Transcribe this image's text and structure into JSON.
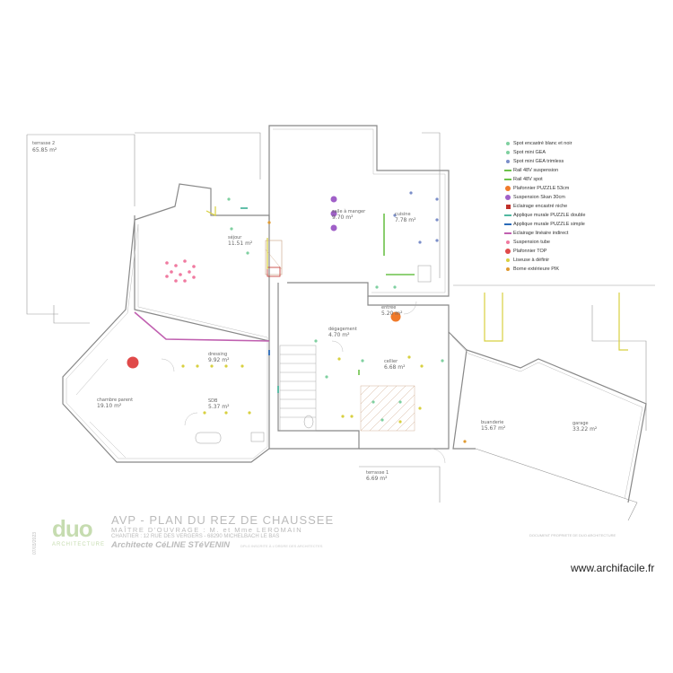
{
  "legend": [
    {
      "label": "Spot encastré blanc et noir",
      "color": "#7fd0a0",
      "shape": "dot"
    },
    {
      "label": "Spot mini GEA",
      "color": "#7fd0a0",
      "shape": "dot"
    },
    {
      "label": "Spot mini GEA trimless",
      "color": "#7a8ec9",
      "shape": "dot"
    },
    {
      "label": "Rail 48V suspension",
      "color": "#6cc24a",
      "shape": "bar"
    },
    {
      "label": "Rail 48V spot",
      "color": "#6cc24a",
      "shape": "bar"
    },
    {
      "label": "Plafonnier PUZZLE 53cm",
      "color": "#f07a2a",
      "shape": "bigdot"
    },
    {
      "label": "Suspension Skan 30cm",
      "color": "#a060c8",
      "shape": "bigdot"
    },
    {
      "label": "Eclairage encastré niche",
      "color": "#c0302a",
      "shape": "sq"
    },
    {
      "label": "Applique murale PUZZLE double",
      "color": "#50b8a0",
      "shape": "bar"
    },
    {
      "label": "Applique murale PUZZLE simple",
      "color": "#2a6ab8",
      "shape": "bar"
    },
    {
      "label": "Eclairage linéaire indirect",
      "color": "#c060b0",
      "shape": "bar"
    },
    {
      "label": "Suspension tube",
      "color": "#f07aa0",
      "shape": "dot"
    },
    {
      "label": "Plafonnier TOP",
      "color": "#e04a4a",
      "shape": "bigdot"
    },
    {
      "label": "Liseuse à définir",
      "color": "#d8d040",
      "shape": "dot"
    },
    {
      "label": "Borne extérieure PIK",
      "color": "#e09a30",
      "shape": "dot"
    }
  ],
  "rooms": [
    {
      "name": "terrasse 2",
      "area": "65.85 m²"
    },
    {
      "name": "séjour",
      "area": "11.51 m²"
    },
    {
      "name": "salle à manger",
      "area": "9.70 m²"
    },
    {
      "name": "cuisine",
      "area": "7.78 m²"
    },
    {
      "name": "entrée",
      "area": "5.20 m²"
    },
    {
      "name": "dégagement",
      "area": "4.70 m²"
    },
    {
      "name": "cellier",
      "area": "6.68 m²"
    },
    {
      "name": "chambre parent",
      "area": "19.10 m²"
    },
    {
      "name": "dressing",
      "area": "9.92 m²"
    },
    {
      "name": "SDB",
      "area": "5.37 m²"
    },
    {
      "name": "buanderie",
      "area": "15.67 m²"
    },
    {
      "name": "garage",
      "area": "33.22 m²"
    },
    {
      "name": "terrasse 1",
      "area": "6.69 m²"
    }
  ],
  "title_block": {
    "logo": "duo",
    "logo_sub": "ARCHITECTURE",
    "title": "AVP - PLAN DU REZ DE CHAUSSEE",
    "maitre": "MAÎTRE D'OUVRAGE : M. et Mme LEROMAIN",
    "chantier": "CHANTIER : 12 RUE DES VERGERS - 68290 MICHELBACH LE BAS",
    "architect": "Architecte CéLINE STéVENIN",
    "architect_small": "DPLG INSCRITE À L'ORDRE DES ARCHITECTES",
    "side": "07/03/2023",
    "right_text": "DOCUMENT PROPRIETE DE DUO ARCHITECTURE"
  },
  "watermark": "www.archifacile.fr"
}
